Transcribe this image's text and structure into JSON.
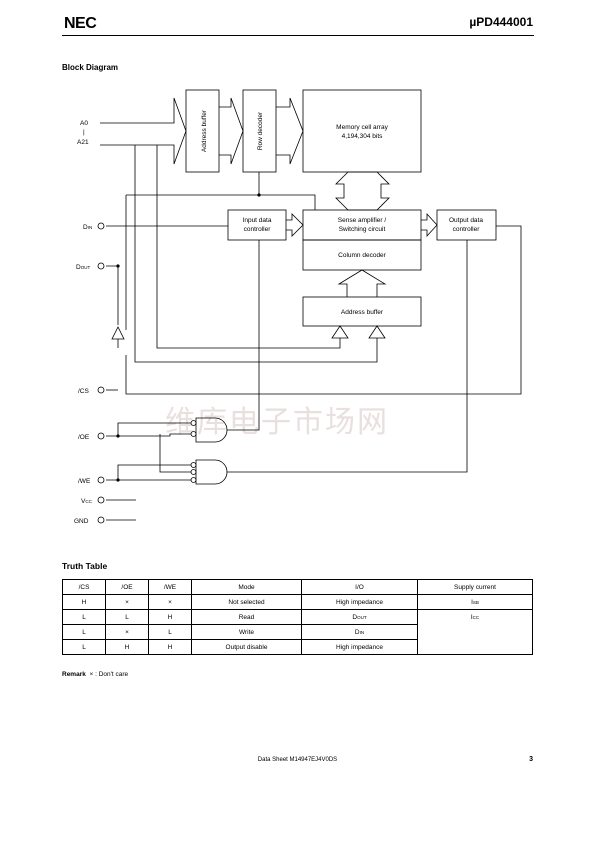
{
  "header": {
    "logo": "NEC",
    "part_number": "µPD444001"
  },
  "diagram": {
    "heading": "Block Diagram",
    "blocks": {
      "address_buffer_top": "Address buffer",
      "row_decoder": "Row decoder",
      "memory_cell_line1": "Memory cell array",
      "memory_cell_line2": "4,194,304 bits",
      "input_controller_line1": "Input data",
      "input_controller_line2": "controller",
      "sense_amp_line1": "Sense amplifier /",
      "sense_amp_line2": "Switching circuit",
      "column_decoder": "Column decoder",
      "output_controller_line1": "Output data",
      "output_controller_line2": "controller",
      "address_buffer_bottom": "Address buffer"
    },
    "pins": {
      "a0": "A0",
      "dash": "|",
      "a21": "A21",
      "din_main": "D",
      "din_sub": "IN",
      "dout_main": "D",
      "dout_sub": "OUT",
      "cs": "/CS",
      "oe": "/OE",
      "we": "/WE",
      "vcc_main": "V",
      "vcc_sub": "CC",
      "gnd": "GND"
    }
  },
  "watermark": "维库电子市场网",
  "truth_table": {
    "heading": "Truth Table",
    "headers": [
      "/CS",
      "/OE",
      "/WE",
      "Mode",
      "I/O",
      "Supply current"
    ],
    "rows": [
      {
        "cs": "H",
        "oe": "×",
        "we": "×",
        "mode": "Not selected",
        "io": "High impedance",
        "io_sub": "",
        "supply": "I",
        "supply_sub": "SB"
      },
      {
        "cs": "L",
        "oe": "L",
        "we": "H",
        "mode": "Read",
        "io": "D",
        "io_sub": "OUT",
        "supply": "I",
        "supply_sub": "CC"
      },
      {
        "cs": "L",
        "oe": "×",
        "we": "L",
        "mode": "Write",
        "io": "D",
        "io_sub": "IN"
      },
      {
        "cs": "L",
        "oe": "H",
        "we": "H",
        "mode": "Output disable",
        "io": "High impedance",
        "io_sub": ""
      }
    ]
  },
  "remark": {
    "label": "Remark",
    "text": "× : Don't care"
  },
  "footer": {
    "doc_number": "Data Sheet  M14947EJ4V0DS",
    "page": "3"
  }
}
